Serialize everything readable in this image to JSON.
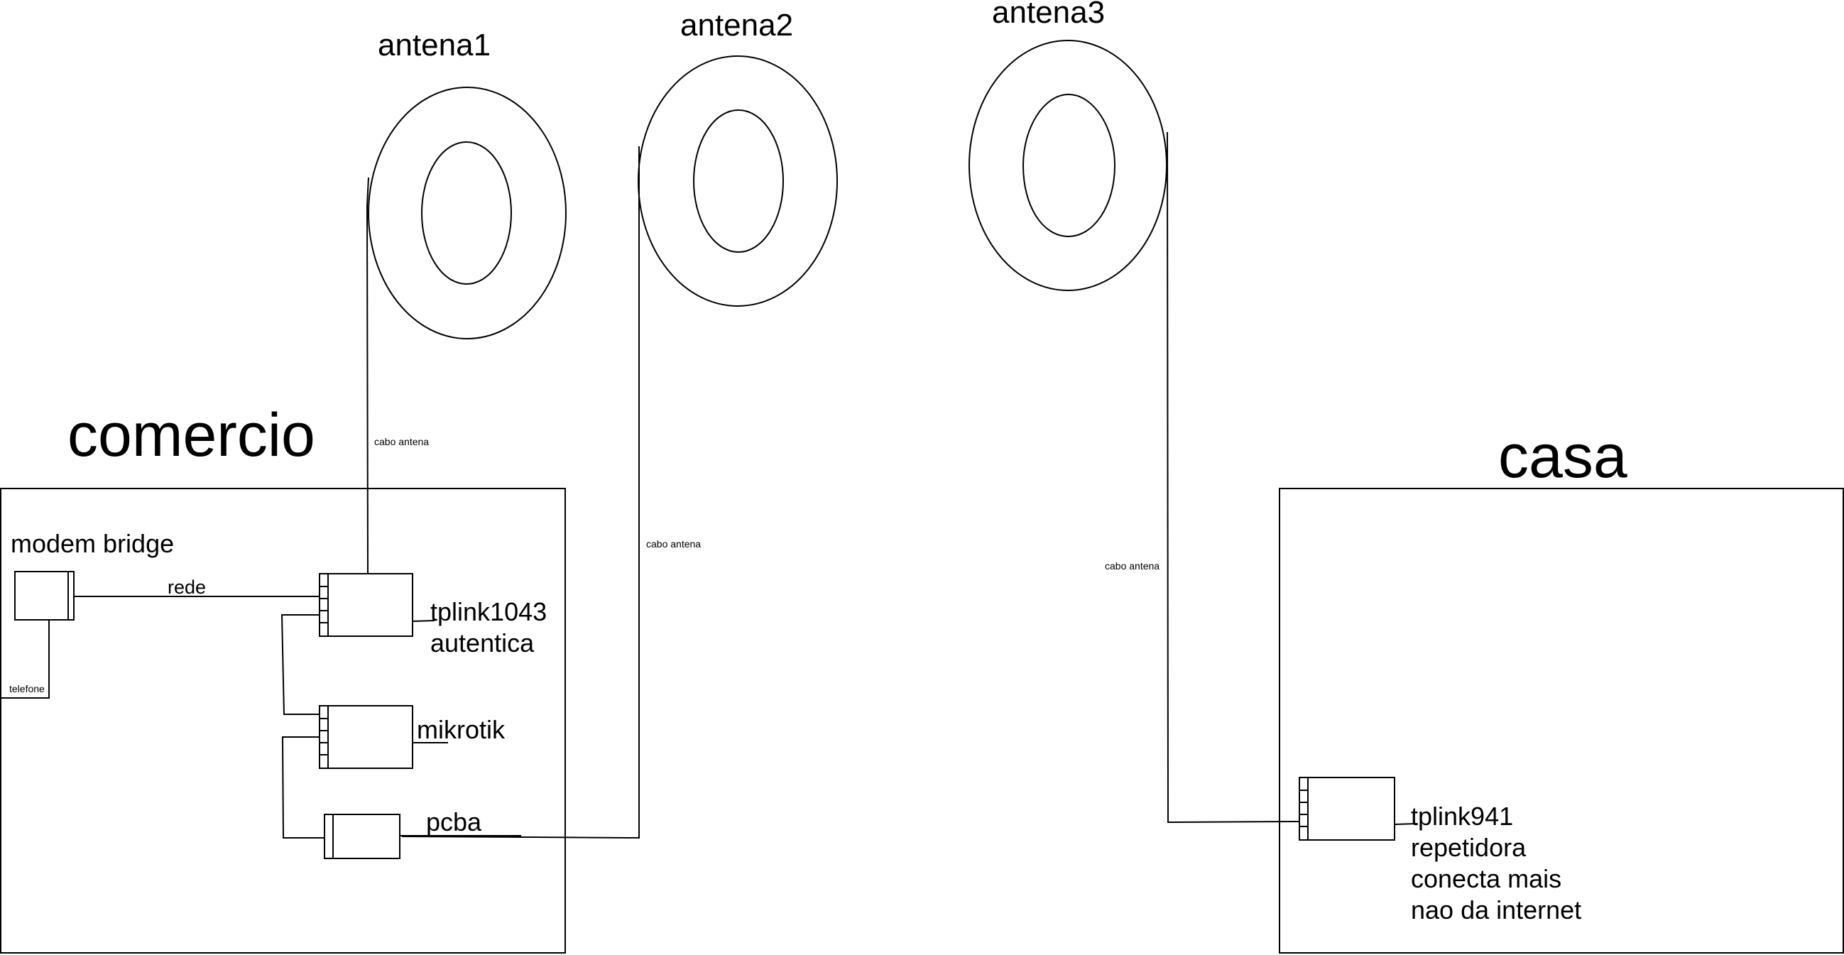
{
  "locations": {
    "comercio": {
      "title": "comercio"
    },
    "casa": {
      "title": "casa"
    }
  },
  "antennas": [
    {
      "label": "antena1"
    },
    {
      "label": "antena2"
    },
    {
      "label": "antena3"
    }
  ],
  "cables": {
    "antena1": "cabo antena",
    "antena2": "cabo antena",
    "antena3": "cabo antena",
    "network": "rede",
    "phone": "telefone"
  },
  "devices": {
    "modem": {
      "label": "modem bridge"
    },
    "tplink1043": {
      "line1": "tplink1043",
      "line2": "autentica"
    },
    "mikrotik": {
      "label": "mikrotik"
    },
    "pcba": {
      "label": "pcba"
    },
    "tplink941": {
      "line1": "tplink941",
      "line2": "repetidora",
      "line3": "conecta mais",
      "line4": "nao da internet"
    }
  }
}
